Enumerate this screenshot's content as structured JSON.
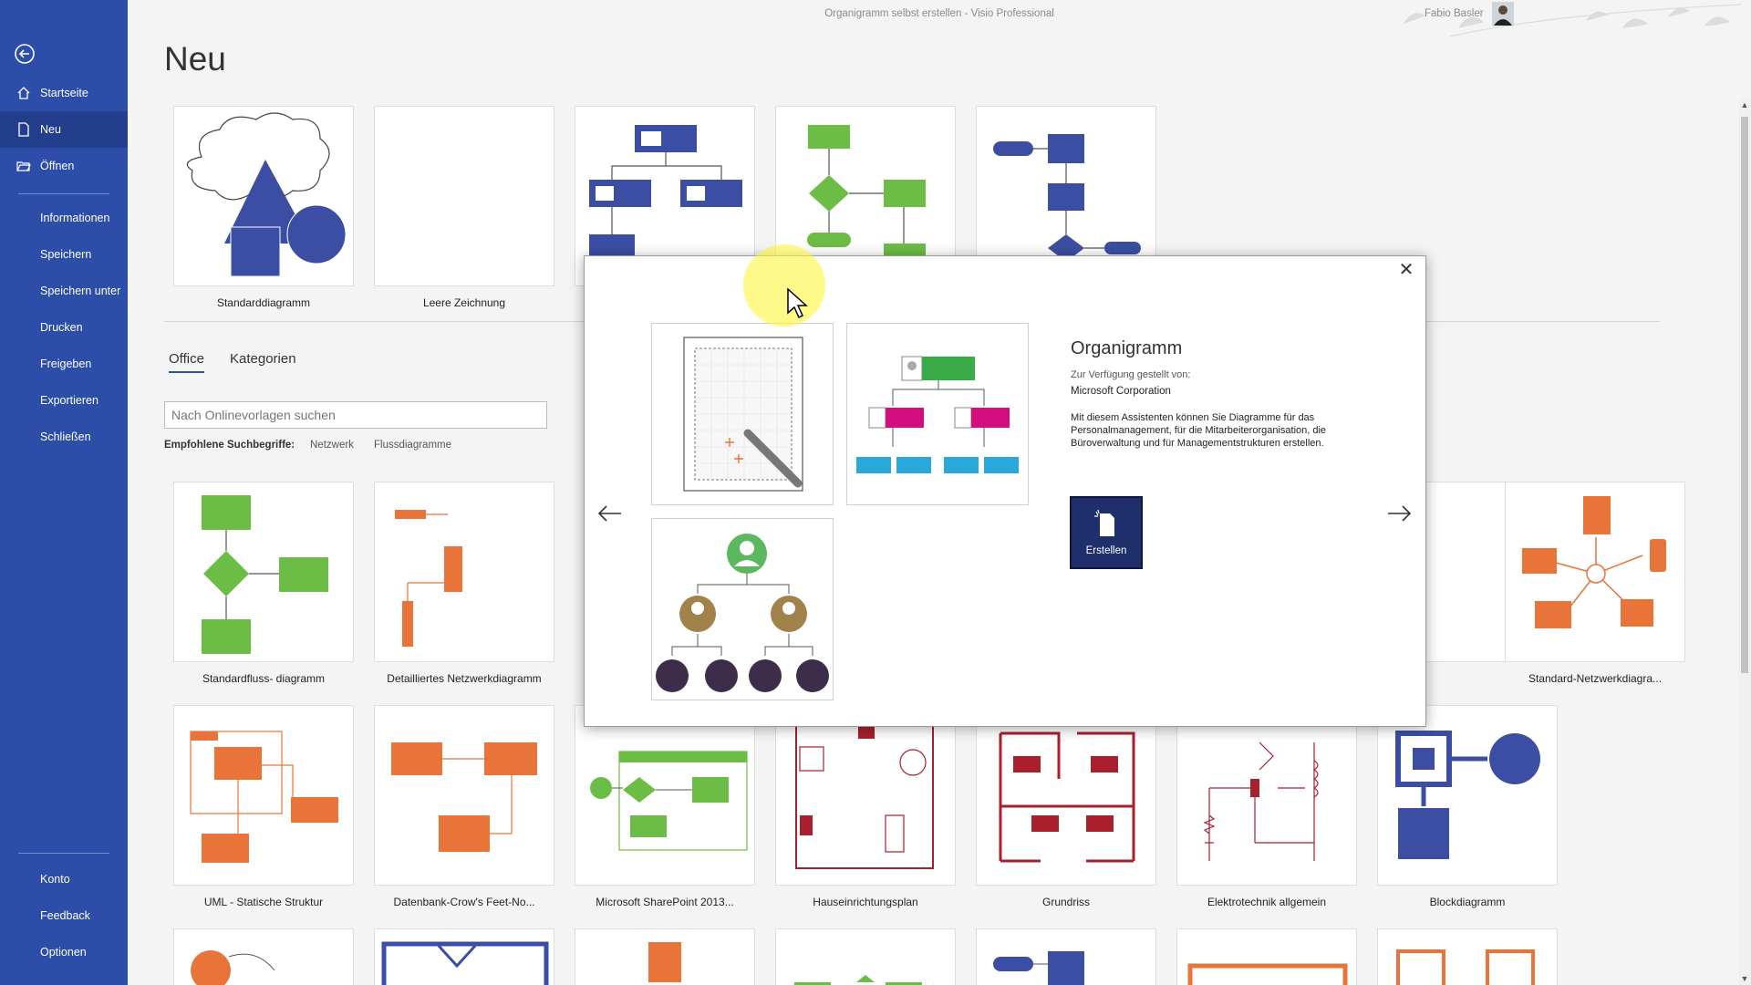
{
  "window": {
    "title": "Organigramm selbst erstellen  -  Visio Professional",
    "user": "Fabio Basler"
  },
  "sidebar": {
    "items": [
      {
        "label": "Startseite",
        "icon": "home-icon"
      },
      {
        "label": "Neu",
        "icon": "new-file-icon"
      },
      {
        "label": "Öffnen",
        "icon": "open-folder-icon"
      }
    ],
    "sub_items": [
      "Informationen",
      "Speichern",
      "Speichern unter",
      "Drucken",
      "Freigeben",
      "Exportieren",
      "Schließen"
    ],
    "bottom_items": [
      "Konto",
      "Feedback",
      "Optionen"
    ]
  },
  "main": {
    "title": "Neu",
    "top_templates": [
      "Standarddiagramm",
      "Leere Zeichnung"
    ],
    "tabs": [
      "Office",
      "Kategorien"
    ],
    "search_placeholder": "Nach Onlinevorlagen suchen",
    "suggestions_label": "Empfohlene Suchbegriffe:",
    "suggestions": [
      "Netzwerk",
      "Flussdiagramme"
    ],
    "row2": [
      "Standardfluss- diagramm",
      "Detailliertes Netzwerkdiagramm",
      "Standard-Netzwerkdiagra..."
    ],
    "row3": [
      "UML - Statische Struktur",
      "Datenbank-Crow's Feet-No...",
      "Microsoft SharePoint 2013...",
      "Hauseinrichtungsplan",
      "Grundriss",
      "Elektrotechnik allgemein",
      "Blockdiagramm"
    ]
  },
  "modal": {
    "title": "Organigramm",
    "provided_by_label": "Zur Verfügung gestellt von:",
    "provider": "Microsoft Corporation",
    "description": "Mit diesem Assistenten können Sie Diagramme für das Personalmanagement, für die Mitarbeiterorganisation, die Büroverwaltung und für Managementstrukturen erstellen.",
    "create_label": "Erstellen"
  },
  "colors": {
    "sidebar": "#2c4ea8",
    "sidebar_active": "#223e8c",
    "blue_shape": "#3b4ea3",
    "green_shape": "#6bbd45",
    "orange_shape": "#e8743a",
    "red_shape": "#a81f2e",
    "create_button": "#1f2f6b"
  }
}
